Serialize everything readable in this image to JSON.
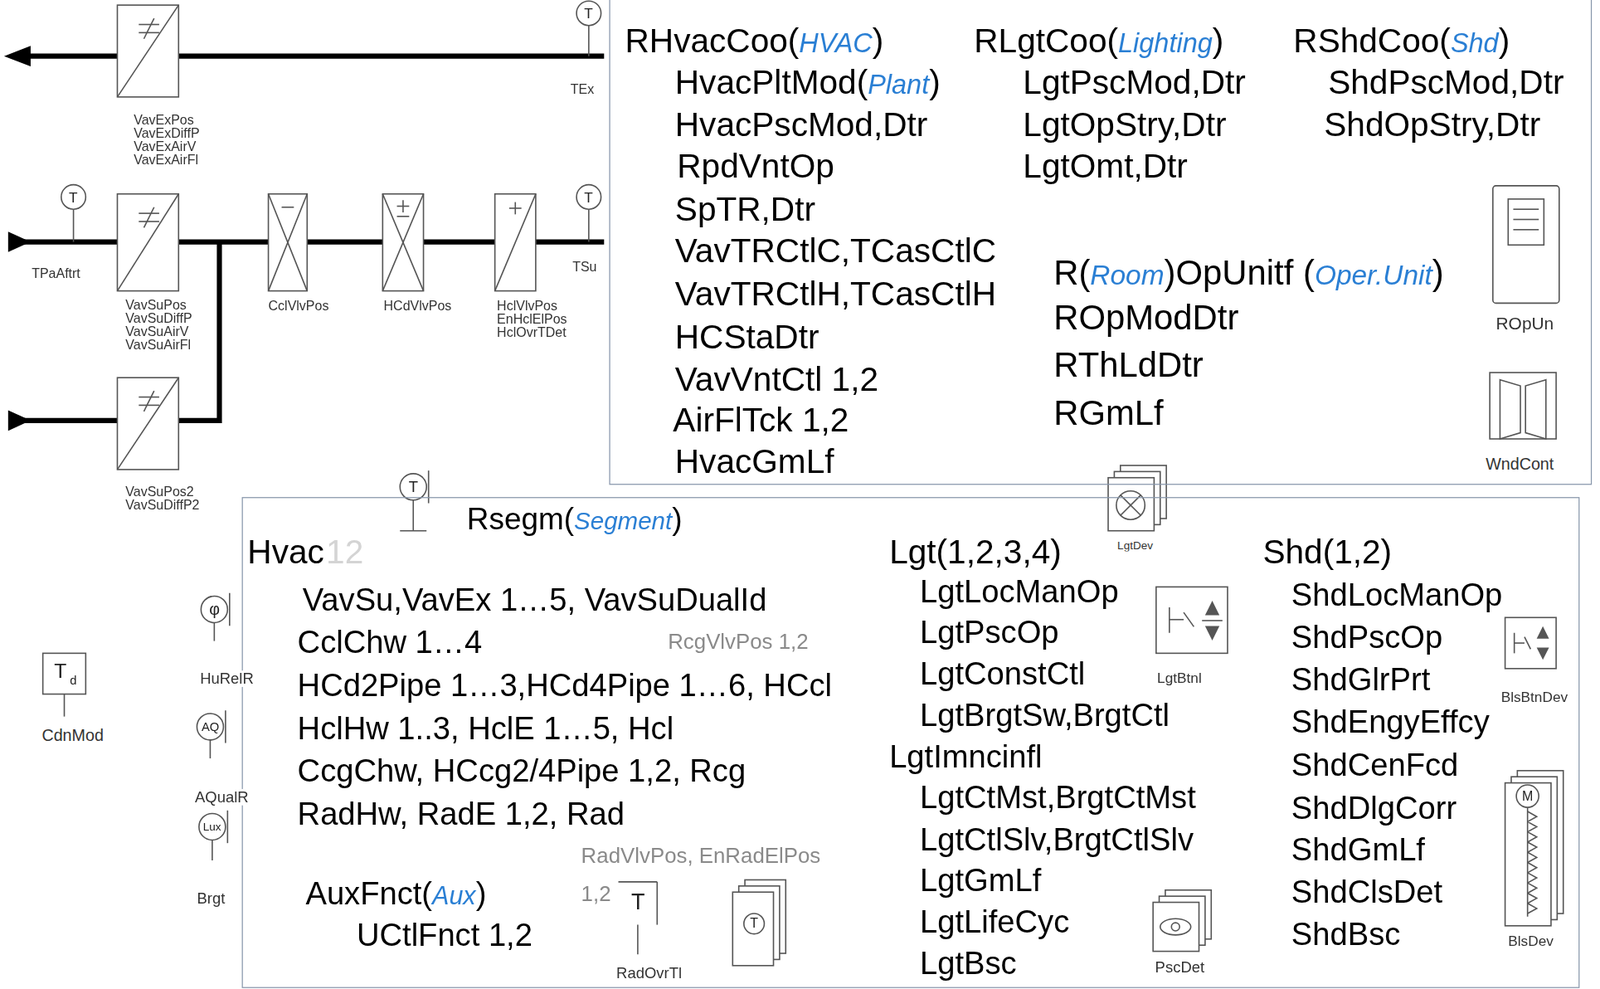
{
  "diagram": {
    "nodes": [
      {
        "text": [
          "RHvacCoo(HVAC)",
          "HvacPltMod(Plant)",
          "HvacPscMod,Dtr",
          "RpdVntOp",
          "SpTR,Dtr",
          "VavTRCtlC,TCasCtlC",
          "VavTRCtlH,TCasCtlH",
          "HCStaDtr",
          "VavVntCtl 1,2",
          "AirFlTck 1,2",
          "HvacGmLf",
          "RLgtCoo(Lighting)",
          "LgtPscMod,Dtr",
          "LgtOpStry,Dtr",
          "LgtOmt,Dtr",
          "RShdCoo(Shd)",
          "ShdPscMod,Dtr",
          "ShdOpStry,Dtr",
          "R(Room)OpUnitf (Oper.Unit)",
          "ROpModDtr",
          "RThLdDtr",
          "RGmLf"
        ]
      },
      {
        "text": [
          "Rsegm(Segment)",
          "Hvac",
          "12",
          "VavSu,VavEx 1…5, VavSuDualId",
          "CclChw 1…4",
          "RcgVlvPos 1,2",
          "HCd2Pipe 1…3,HCd4Pipe 1…6, HCcl",
          "HclHw 1..3, HclE 1…5, Hcl",
          "CcgChw, HCcg2/4Pipe 1,2, Rcg",
          "RadHw, RadE 1,2, Rad",
          "RadVlvPos, EnRadElPos 1,2",
          "AuxFnct(Aux)",
          "UCtlFnct 1,2",
          "Lgt(1,2,3,4)",
          "LgtLocManOp",
          "LgtPscOp",
          "LgtConstCtl",
          "LgtBrgtSw,BrgtCtl",
          "LgtImncinfl",
          "LgtCtMst,BrgtCtMst",
          "LgtCtlSlv,BrgtCtlSlv",
          "LgtGmLf",
          "LgtLifeCyc",
          "LgtBsc",
          "Shd(1,2)",
          "ShdLocManOp",
          "ShdPscOp",
          "ShdGlrPrt",
          "ShdEngyEffcy",
          "ShdCenFcd",
          "ShdDlgCorr",
          "ShdGmLf",
          "ShdClsDet",
          "ShdBsc"
        ]
      }
    ],
    "labels": [
      "VavExPos",
      "VavExDiffP",
      "VavExAirV",
      "VavExAirFl",
      "TEx",
      "TPaAftrt",
      "VavSuPos",
      "VavSuDiffP",
      "VavSuAirV",
      "VavSuAirFl",
      "CclVlvPos",
      "HCdVlvPos",
      "HclVlvPos",
      "EnHclElPos",
      "HclOvrTDet",
      "TSu",
      "VavSuPos2",
      "VavSuDiffP2",
      "ROpUn",
      "WndCont",
      "LgtDev",
      "LgtBtnl",
      "BlsBtnDev",
      "BlsDev",
      "PscDet",
      "RadOvrTl",
      "HuRelR",
      "AQualR",
      "Brgt",
      "CdnMod",
      "T",
      "T",
      "T",
      "T",
      "φ",
      "AQ",
      "Lux",
      "T",
      "d",
      "T",
      "T",
      "M"
    ]
  }
}
